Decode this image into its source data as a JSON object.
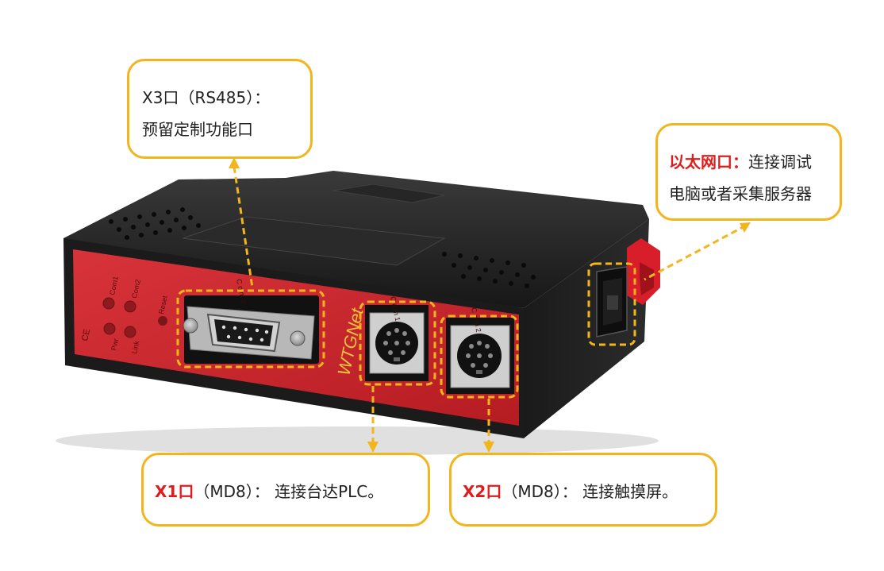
{
  "callouts": {
    "x3": {
      "line1": "X3口（RS485）：",
      "line2": "预留定制功能口"
    },
    "ethernet": {
      "label": "以太网口：",
      "line1_rest": "连接调试",
      "line2": "电脑或者采集服务器"
    },
    "x1": {
      "label": "X1口",
      "rest": "（MD8）： 连接台达PLC。"
    },
    "x2": {
      "label": "X2口",
      "rest": "（MD8）： 连接触摸屏。"
    }
  },
  "device": {
    "brand": "WTGNet",
    "leds": {
      "com1": "Com1",
      "com2": "Com2",
      "pwr": "Pwr",
      "link": "Link"
    },
    "reset": "Reset",
    "ports": {
      "com3": "C o m 3",
      "com1": "C o m 1",
      "com2": "C o m 2"
    },
    "ce_mark": "CE"
  },
  "colors": {
    "callout_border": "#f2b61c",
    "label_red": "#e01c1c",
    "device_red": "#c9252a"
  }
}
